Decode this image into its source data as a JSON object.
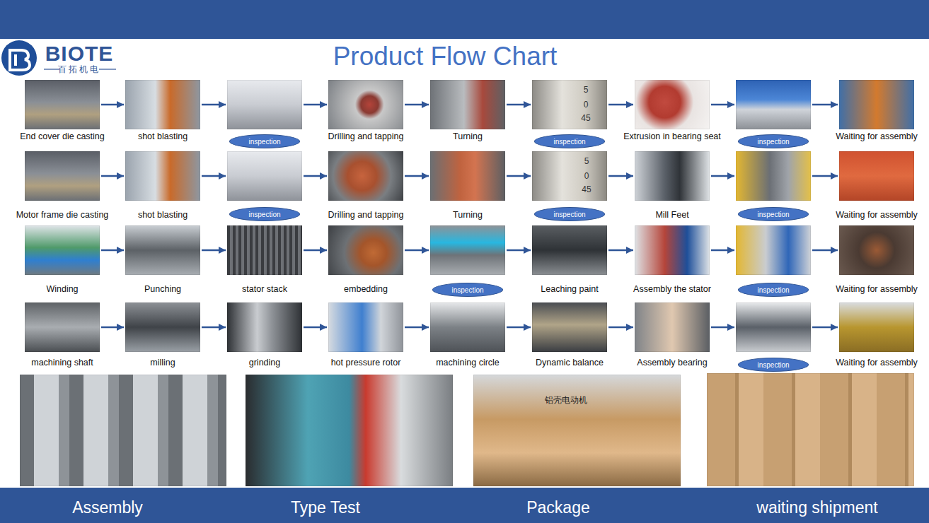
{
  "diagram": {
    "title": "Product Flow Chart",
    "nodes": [
      {
        "text": [
          "End cover die casting"
        ]
      },
      {
        "text": [
          "shot blasting"
        ]
      },
      {
        "text": [
          "inspection"
        ]
      },
      {
        "text": [
          "Drilling and tapping"
        ]
      },
      {
        "text": [
          "Turning"
        ]
      },
      {
        "text": [
          "inspection"
        ]
      },
      {
        "text": [
          "Extrusion in bearing seat"
        ]
      },
      {
        "text": [
          "inspection"
        ]
      },
      {
        "text": [
          "Waiting for assembly"
        ]
      },
      {
        "text": [
          "Motor frame die casting"
        ]
      },
      {
        "text": [
          "shot blasting"
        ]
      },
      {
        "text": [
          "inspection"
        ]
      },
      {
        "text": [
          "Drilling and tapping"
        ]
      },
      {
        "text": [
          "Turning"
        ]
      },
      {
        "text": [
          "inspection"
        ]
      },
      {
        "text": [
          "Mill Feet"
        ]
      },
      {
        "text": [
          "inspection"
        ]
      },
      {
        "text": [
          "Waiting for assembly"
        ]
      },
      {
        "text": [
          "Winding"
        ]
      },
      {
        "text": [
          "Punching"
        ]
      },
      {
        "text": [
          "stator stack"
        ]
      },
      {
        "text": [
          "embedding"
        ]
      },
      {
        "text": [
          "inspection"
        ]
      },
      {
        "text": [
          "Leaching paint"
        ]
      },
      {
        "text": [
          "Assembly the stator"
        ]
      },
      {
        "text": [
          "inspection"
        ]
      },
      {
        "text": [
          "Waiting for assembly"
        ]
      },
      {
        "text": [
          "machining shaft"
        ]
      },
      {
        "text": [
          "milling"
        ]
      },
      {
        "text": [
          "grinding"
        ]
      },
      {
        "text": [
          "hot pressure rotor"
        ]
      },
      {
        "text": [
          "machining circle"
        ]
      },
      {
        "text": [
          "Dynamic balance"
        ]
      },
      {
        "text": [
          "Assembly bearing"
        ]
      },
      {
        "text": [
          "inspection"
        ]
      },
      {
        "text": [
          "Waiting for assembly"
        ]
      },
      {
        "text": [
          "Assembly"
        ]
      },
      {
        "text": [
          "Type Test"
        ]
      },
      {
        "text": [
          "Package"
        ]
      },
      {
        "text": [
          "waiting shipment"
        ]
      }
    ],
    "edges": [
      {
        "from": 0,
        "to": 1,
        "arrow": "to"
      },
      {
        "from": 1,
        "to": 2,
        "arrow": "to"
      },
      {
        "from": 2,
        "to": 3,
        "arrow": "to"
      },
      {
        "from": 3,
        "to": 4,
        "arrow": "to"
      },
      {
        "from": 4,
        "to": 5,
        "arrow": "to"
      },
      {
        "from": 5,
        "to": 6,
        "arrow": "to"
      },
      {
        "from": 6,
        "to": 7,
        "arrow": "to"
      },
      {
        "from": 7,
        "to": 8,
        "arrow": "to"
      },
      {
        "from": 9,
        "to": 10,
        "arrow": "to"
      },
      {
        "from": 10,
        "to": 11,
        "arrow": "to"
      },
      {
        "from": 11,
        "to": 12,
        "arrow": "to"
      },
      {
        "from": 12,
        "to": 13,
        "arrow": "to"
      },
      {
        "from": 13,
        "to": 14,
        "arrow": "to"
      },
      {
        "from": 14,
        "to": 15,
        "arrow": "to"
      },
      {
        "from": 15,
        "to": 16,
        "arrow": "to"
      },
      {
        "from": 16,
        "to": 17,
        "arrow": "to"
      },
      {
        "from": 18,
        "to": 19,
        "arrow": "to"
      },
      {
        "from": 19,
        "to": 20,
        "arrow": "to"
      },
      {
        "from": 20,
        "to": 21,
        "arrow": "to"
      },
      {
        "from": 21,
        "to": 22,
        "arrow": "to"
      },
      {
        "from": 22,
        "to": 23,
        "arrow": "to"
      },
      {
        "from": 23,
        "to": 24,
        "arrow": "to"
      },
      {
        "from": 24,
        "to": 25,
        "arrow": "to"
      },
      {
        "from": 25,
        "to": 26,
        "arrow": "to"
      },
      {
        "from": 27,
        "to": 28,
        "arrow": "to"
      },
      {
        "from": 28,
        "to": 29,
        "arrow": "to"
      },
      {
        "from": 29,
        "to": 30,
        "arrow": "to"
      },
      {
        "from": 30,
        "to": 31,
        "arrow": "to"
      },
      {
        "from": 31,
        "to": 32,
        "arrow": "to"
      },
      {
        "from": 32,
        "to": 33,
        "arrow": "to"
      },
      {
        "from": 33,
        "to": 34,
        "arrow": "to"
      },
      {
        "from": 34,
        "to": 35,
        "arrow": "to"
      }
    ],
    "labels": [
      "BIOTE",
      "百拓机电",
      "5",
      "0",
      "45",
      "5",
      "0",
      "45",
      "铝壳电动机"
    ]
  }
}
